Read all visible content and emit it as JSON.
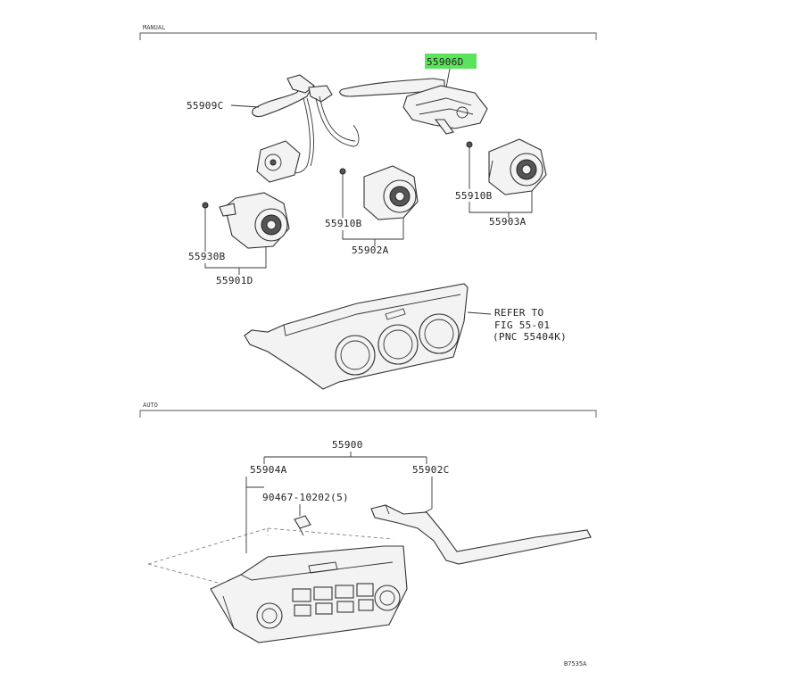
{
  "sections": {
    "manual": "MANUAL",
    "auto": "AUTO"
  },
  "labels": {
    "p55906d": "55906D",
    "p55909c": "55909C",
    "p55910b_right": "55910B",
    "p55903a": "55903A",
    "p55910b_mid": "55910B",
    "p55902a": "55902A",
    "p55930b": "55930B",
    "p55901d": "55901D",
    "refer_line1": "REFER TO",
    "refer_line2": "FIG 55-01",
    "refer_line3": "(PNC 55404K)",
    "p55900": "55900",
    "p55904a": "55904A",
    "p55902c": "55902C",
    "screw": "90467-10202(5)"
  },
  "footer": {
    "code": "B7535A"
  },
  "colors": {
    "highlight": "#5be35b",
    "line": "#333333"
  }
}
